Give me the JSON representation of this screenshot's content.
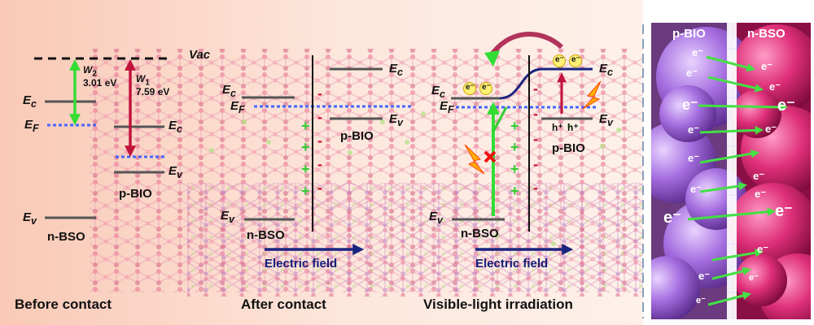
{
  "vacuum_label": "Vac",
  "work_functions": {
    "w2": {
      "symbol": "W",
      "sub": "2",
      "value": "3.01 eV"
    },
    "w1": {
      "symbol": "W",
      "sub": "1",
      "value": "7.59 eV"
    }
  },
  "levels": {
    "ec": "E",
    "ec_sub": "c",
    "ef": "E",
    "ef_sub": "F",
    "ev": "E",
    "ev_sub": "v"
  },
  "materials": {
    "bso": "n-BSO",
    "bio": "p-BIO"
  },
  "electron": "e⁻",
  "hole": "h⁺",
  "charge": {
    "plus": "+",
    "minus": "-"
  },
  "electric_field": "Electric field",
  "stages": [
    "Before contact",
    "After contact",
    "Visible-light irradiation"
  ],
  "interface": {
    "left": "p-BIO",
    "right": "n-BSO"
  },
  "colors": {
    "electron_transfer": "#33dd33",
    "work_function_w1": "#c0143c",
    "fermi_level": "#4466ff",
    "electric_field": "#1a237e"
  }
}
